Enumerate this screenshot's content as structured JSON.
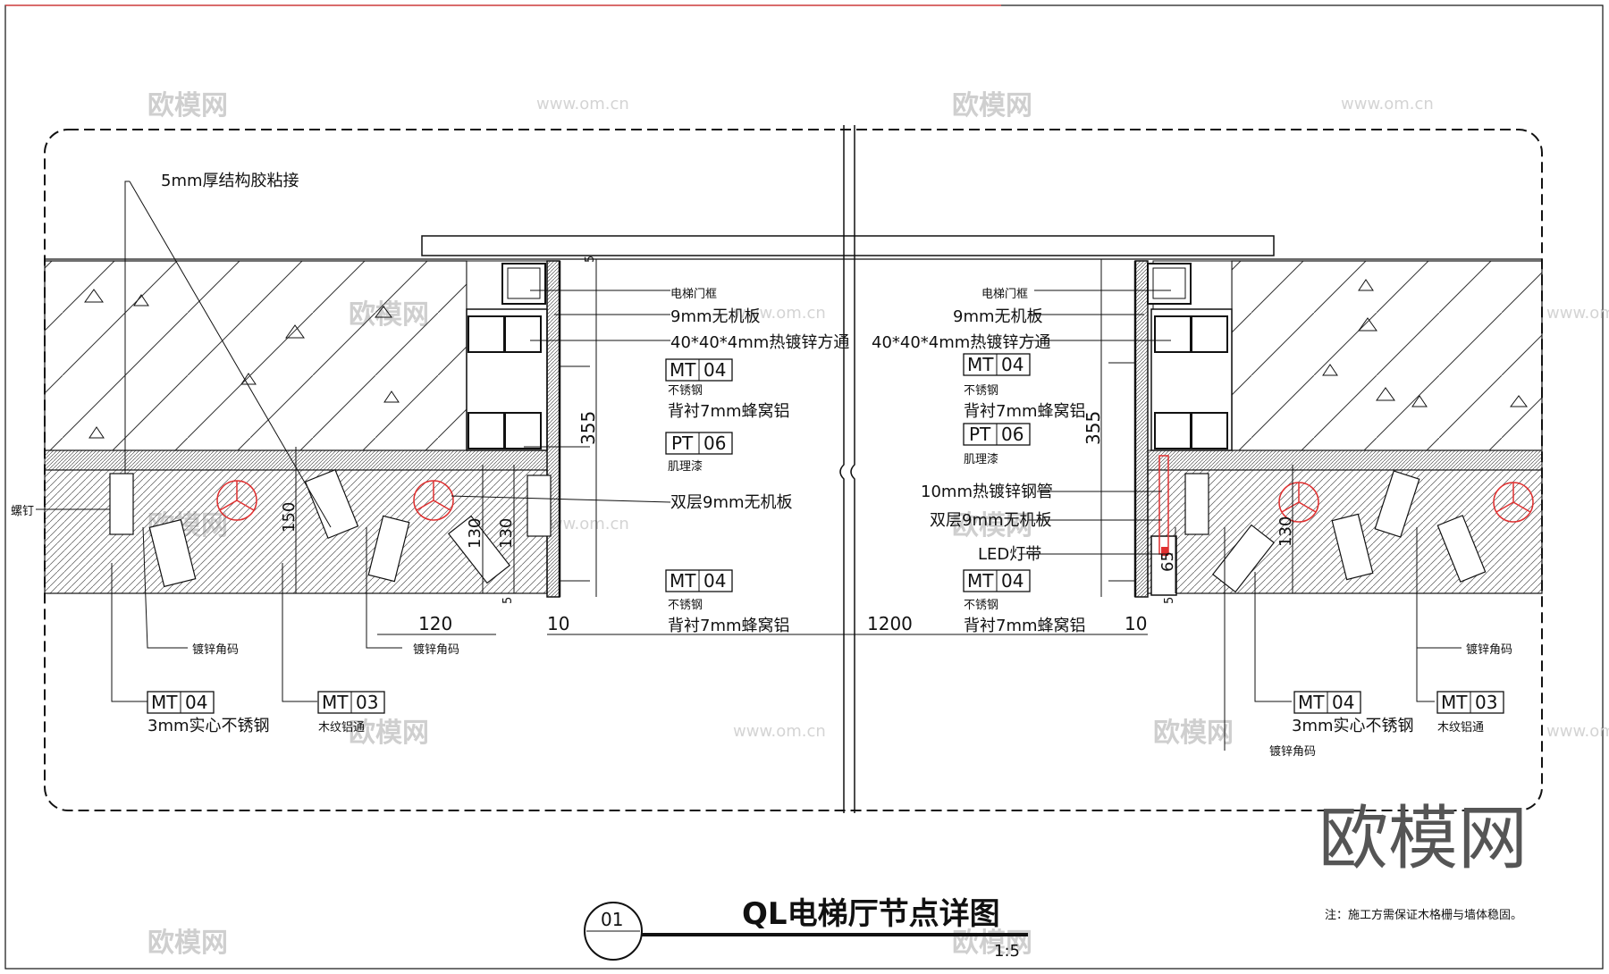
{
  "title": "QL电梯厅节点详图",
  "detail_number": "01",
  "scale": "1:5",
  "note": "注：施工方需保证木格栅与墙体稳固。",
  "watermark": {
    "cn": "欧模网",
    "url": "www.om.cn"
  },
  "logo_text": "欧模网",
  "left_labels": {
    "glue": "5mm厚结构胶粘接",
    "screw": "螺钉",
    "door_frame": "电梯门框",
    "board_9": "9mm无机板",
    "tube": "40*40*4mm热镀锌方通",
    "stainless": "不锈钢",
    "honeycomb": "背衬7mm蜂窝铝",
    "texture_paint": "肌理漆",
    "double_board": "双层9mm无机板",
    "stainless_2": "不锈钢",
    "honeycomb_2": "背衬7mm蜂窝铝",
    "galv_corner_1": "镀锌角码",
    "galv_corner_2": "镀锌角码",
    "solid_stainless": "3mm实心不锈钢",
    "wood_alu": "木纹铝通"
  },
  "right_labels": {
    "door_frame": "电梯门框",
    "board_9": "9mm无机板",
    "tube": "40*40*4mm热镀锌方通",
    "stainless": "不锈钢",
    "honeycomb": "背衬7mm蜂窝铝",
    "texture_paint": "肌理漆",
    "steel_pipe": "10mm热镀锌钢管",
    "double_board": "双层9mm无机板",
    "led": "LED灯带",
    "stainless_2": "不锈钢",
    "honeycomb_2": "背衬7mm蜂窝铝",
    "galv_corner_1": "镀锌角码",
    "galv_corner_2": "镀锌角码",
    "solid_stainless": "3mm实心不锈钢",
    "wood_alu": "木纹铝通"
  },
  "tags": {
    "l_mt04_a": [
      "MT",
      "04"
    ],
    "l_pt06": [
      "PT",
      "06"
    ],
    "l_mt04_b": [
      "MT",
      "04"
    ],
    "l_mt04_c": [
      "MT",
      "04"
    ],
    "l_mt03": [
      "MT",
      "03"
    ],
    "r_mt04_a": [
      "MT",
      "04"
    ],
    "r_pt06": [
      "PT",
      "06"
    ],
    "r_mt04_b": [
      "MT",
      "04"
    ],
    "r_mt04_c": [
      "MT",
      "04"
    ],
    "r_mt03": [
      "MT",
      "03"
    ]
  },
  "dimensions": {
    "d355_l": "355",
    "d355_r": "355",
    "d150": "150",
    "d130_a": "130",
    "d130_b": "130",
    "d130_r": "130",
    "d120": "120",
    "d10_l": "10",
    "d1200": "1200",
    "d10_r": "10",
    "d65": "65",
    "d5_a": "5",
    "d5_b": "5",
    "d5_c": "5"
  },
  "colors": {
    "line": "#111111",
    "red": "#e03030",
    "hatch": "#333333"
  }
}
